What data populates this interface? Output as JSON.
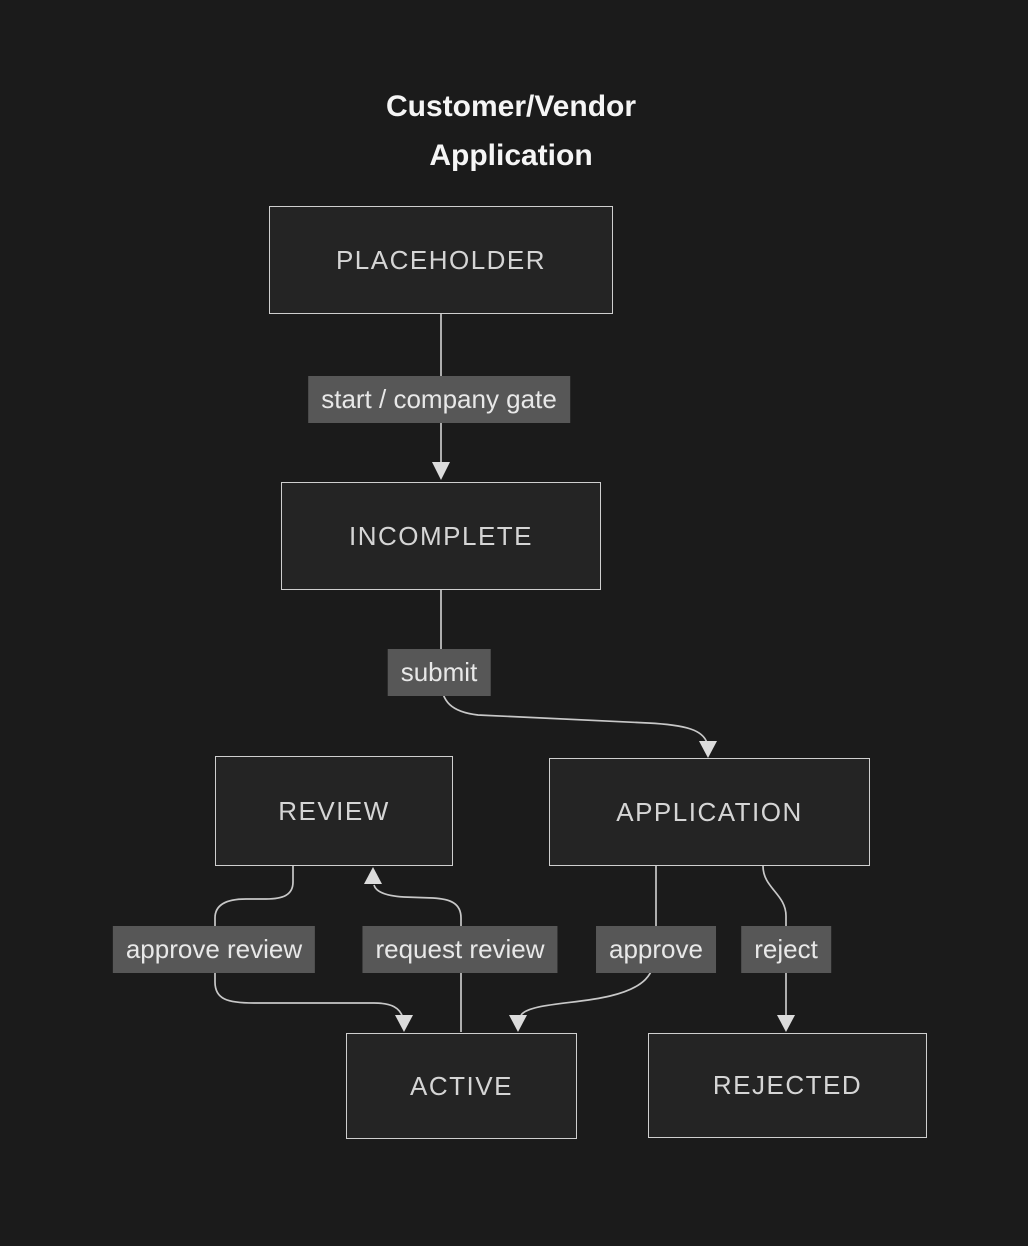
{
  "title": {
    "line1": "Customer/Vendor",
    "line2": "Application"
  },
  "nodes": {
    "placeholder": {
      "label": "PLACEHOLDER"
    },
    "incomplete": {
      "label": "INCOMPLETE"
    },
    "review": {
      "label": "REVIEW"
    },
    "application": {
      "label": "APPLICATION"
    },
    "active": {
      "label": "ACTIVE"
    },
    "rejected": {
      "label": "REJECTED"
    }
  },
  "edges": {
    "start_company_gate": {
      "label": "start / company gate",
      "from": "PLACEHOLDER",
      "to": "INCOMPLETE"
    },
    "submit": {
      "label": "submit",
      "from": "INCOMPLETE",
      "to": "APPLICATION"
    },
    "approve_review": {
      "label": "approve review",
      "from": "REVIEW",
      "to": "ACTIVE"
    },
    "request_review": {
      "label": "request review",
      "from": "ACTIVE",
      "to": "REVIEW"
    },
    "approve": {
      "label": "approve",
      "from": "APPLICATION",
      "to": "ACTIVE"
    },
    "reject": {
      "label": "reject",
      "from": "APPLICATION",
      "to": "REJECTED"
    }
  },
  "colors": {
    "bg": "#1b1b1b",
    "node_fill": "#242424",
    "node_border": "#cfcfcf",
    "node_text": "#d5d5d5",
    "edge_line": "#c8c8c8",
    "arrow_fill": "#dcdcdc",
    "label_bg": "#575757",
    "label_text": "#e8e8e8",
    "title_text": "#f5f5f5"
  }
}
